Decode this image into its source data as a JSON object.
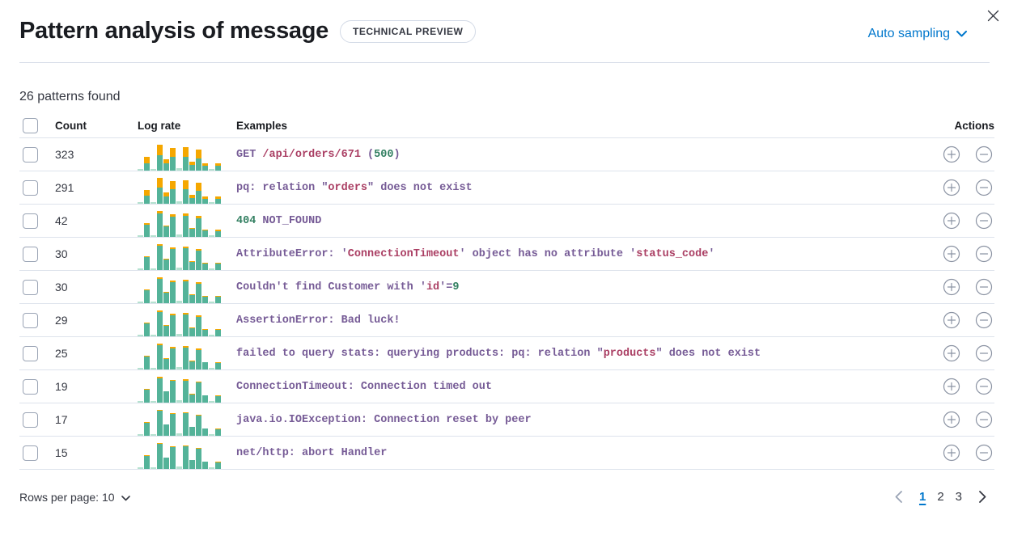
{
  "header": {
    "title": "Pattern analysis of message",
    "badge": "TECHNICAL PREVIEW",
    "sampling_label": "Auto sampling"
  },
  "summary": "26 patterns found",
  "colors": {
    "link_blue": "#0077cc",
    "bar_green": "#54b399",
    "bar_green_pale": "#b5e1d0",
    "bar_orange": "#f5a700",
    "token": {
      "p": "#765b96",
      "r": "#aa3e63",
      "g": "#327f61"
    }
  },
  "table": {
    "columns": {
      "count": "Count",
      "log_rate": "Log rate",
      "examples": "Examples",
      "actions": "Actions"
    },
    "spark_totals": [
      2,
      17,
      2,
      32,
      14,
      28,
      3,
      29,
      11,
      26,
      9,
      2,
      9
    ],
    "rows": [
      {
        "count": "323",
        "tokens": [
          [
            "GET ",
            "p"
          ],
          [
            "/api/orders/671",
            "r"
          ],
          [
            " (",
            "p"
          ],
          [
            "500",
            "g"
          ],
          [
            ")",
            "p"
          ]
        ],
        "orange": [
          0,
          8,
          0,
          13,
          5,
          11,
          0,
          12,
          4,
          11,
          3,
          0,
          3
        ]
      },
      {
        "count": "291",
        "tokens": [
          [
            "pq: relation \"",
            "p"
          ],
          [
            "orders",
            "r"
          ],
          [
            "\" does not exist",
            "p"
          ]
        ],
        "orange": [
          0,
          7,
          0,
          12,
          5,
          10,
          0,
          11,
          4,
          10,
          3,
          0,
          3
        ]
      },
      {
        "count": "42",
        "tokens": [
          [
            "404",
            "g"
          ],
          [
            " NOT_FOUND",
            "p"
          ]
        ],
        "orange": [
          0,
          2,
          0,
          3,
          1,
          3,
          0,
          3,
          1,
          3,
          1,
          0,
          2
        ]
      },
      {
        "count": "30",
        "tokens": [
          [
            "AttributeError: '",
            "p"
          ],
          [
            "ConnectionTimeout",
            "r"
          ],
          [
            "' object has no attribute '",
            "p"
          ],
          [
            "status_code",
            "r"
          ],
          [
            "'",
            "p"
          ]
        ],
        "orange": [
          0,
          1,
          0,
          2,
          1,
          2,
          0,
          2,
          1,
          2,
          1,
          0,
          1
        ]
      },
      {
        "count": "30",
        "tokens": [
          [
            "Couldn't find Customer with '",
            "p"
          ],
          [
            "id",
            "r"
          ],
          [
            "'=",
            "p"
          ],
          [
            "9",
            "g"
          ]
        ],
        "orange": [
          0,
          1,
          0,
          2,
          1,
          2,
          0,
          2,
          1,
          2,
          1,
          0,
          1
        ]
      },
      {
        "count": "29",
        "tokens": [
          [
            "AssertionError: Bad luck!",
            "p"
          ]
        ],
        "orange": [
          0,
          1,
          0,
          2,
          1,
          2,
          0,
          2,
          1,
          2,
          1,
          0,
          1
        ]
      },
      {
        "count": "25",
        "tokens": [
          [
            "failed to query stats: querying products: pq: relation \"",
            "p"
          ],
          [
            "products",
            "r"
          ],
          [
            "\" does not exist",
            "p"
          ]
        ],
        "orange": [
          0,
          1,
          0,
          2,
          1,
          2,
          0,
          2,
          1,
          2,
          0,
          0,
          1
        ]
      },
      {
        "count": "19",
        "tokens": [
          [
            "ConnectionTimeout: Connection timed out",
            "p"
          ]
        ],
        "orange": [
          0,
          1,
          0,
          2,
          0,
          1,
          0,
          2,
          1,
          1,
          0,
          0,
          1
        ]
      },
      {
        "count": "17",
        "tokens": [
          [
            "java.io.IOException: Connection reset by peer",
            "p"
          ]
        ],
        "orange": [
          0,
          1,
          0,
          1,
          0,
          1,
          0,
          1,
          0,
          1,
          0,
          0,
          1
        ]
      },
      {
        "count": "15",
        "tokens": [
          [
            "net/http: abort Handler",
            "p"
          ]
        ],
        "orange": [
          0,
          1,
          0,
          1,
          0,
          1,
          0,
          1,
          0,
          1,
          0,
          0,
          1
        ]
      }
    ]
  },
  "footer": {
    "rows_per_page_label": "Rows per page: 10",
    "pages": [
      "1",
      "2",
      "3"
    ],
    "active_page": "1"
  }
}
